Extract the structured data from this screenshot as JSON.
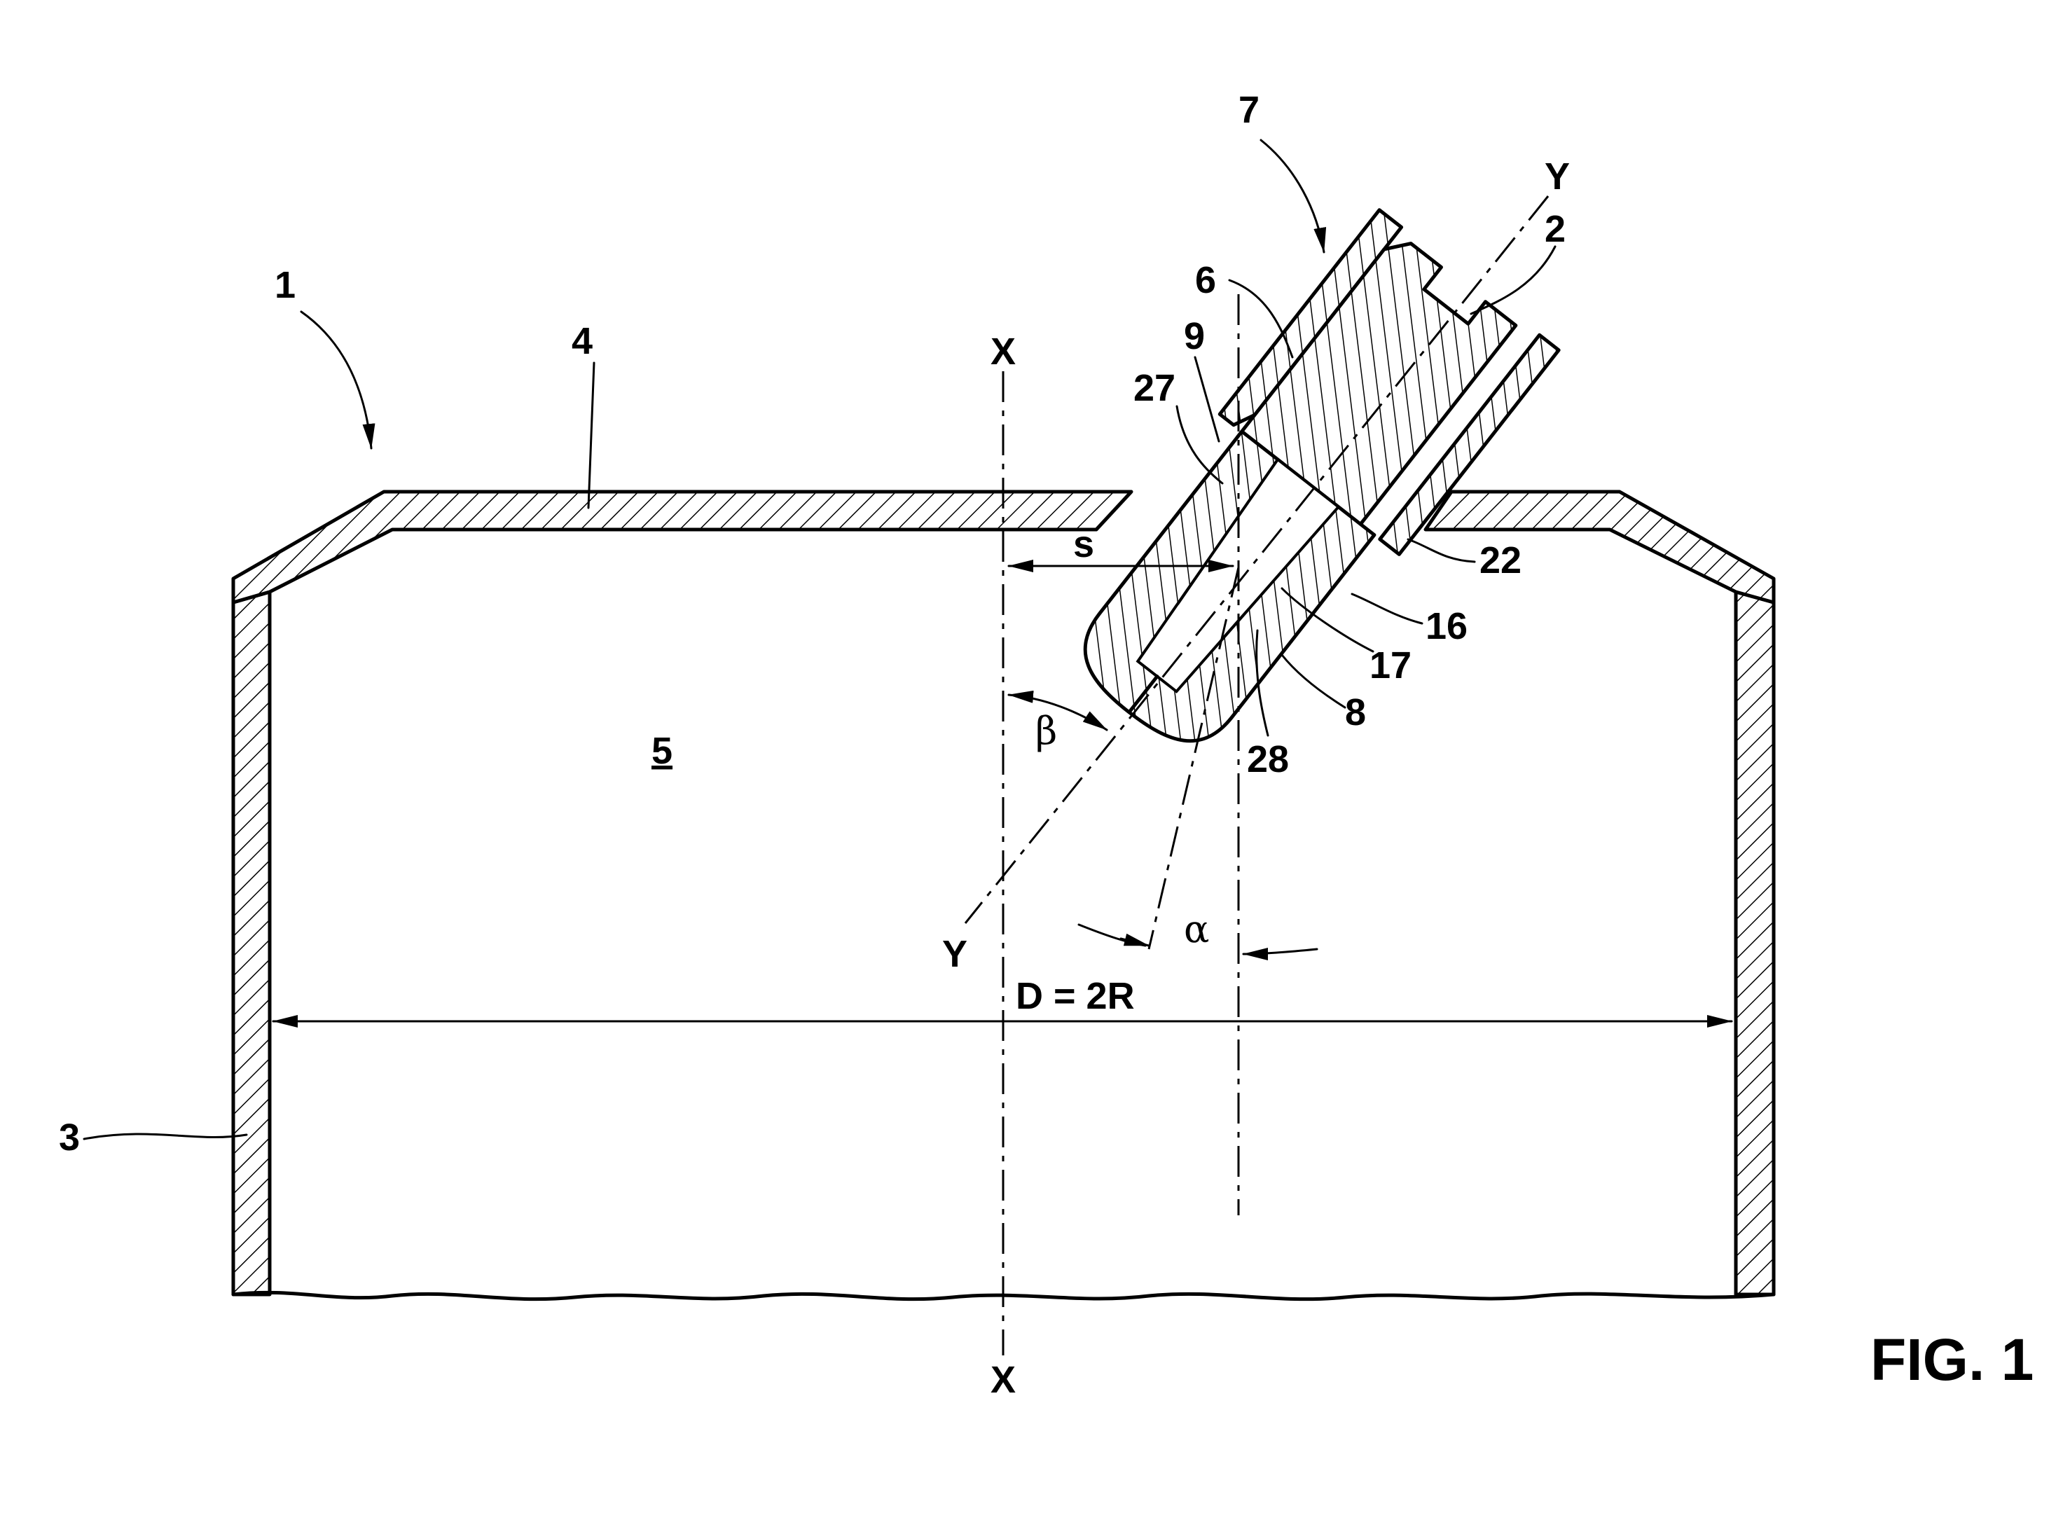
{
  "figure": {
    "title": "FIG. 1",
    "dimension_label": "D = 2R",
    "reference_numerals": {
      "n1": "1",
      "n2": "2",
      "n3": "3",
      "n4": "4",
      "n5": "5",
      "n6": "6",
      "n7": "7",
      "n8": "8",
      "n9": "9",
      "n16": "16",
      "n17": "17",
      "n22": "22",
      "n27": "27",
      "n28": "28"
    },
    "axis_labels": {
      "x_top": "X",
      "x_bottom": "X",
      "y_top": "Y",
      "y_bottom": "Y",
      "s": "s",
      "alpha": "α",
      "beta": "β"
    }
  }
}
